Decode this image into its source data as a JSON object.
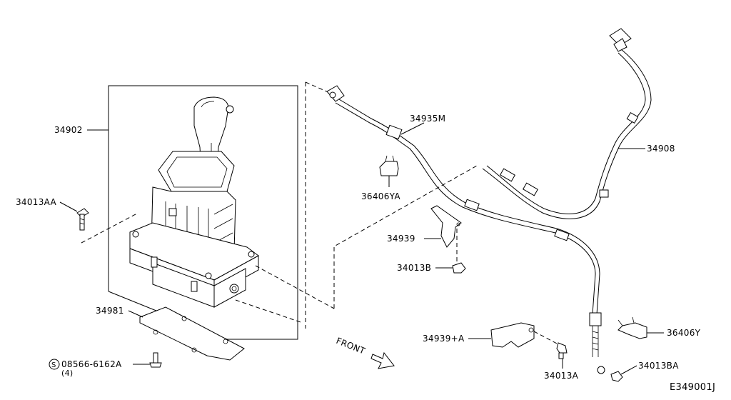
{
  "parts": {
    "p34902": "34902",
    "p34013AA": "34013AA",
    "p34981": "34981",
    "p08566": "08566-6162A",
    "p08566_s": "S",
    "p08566_qty": "(4)",
    "p34935M": "34935M",
    "p36406YA": "36406YA",
    "p34939": "34939",
    "p34013B": "34013B",
    "p34908": "34908",
    "p34939A": "34939+A",
    "p34013A": "34013A",
    "p36406Y": "36406Y",
    "p34013BA": "34013BA"
  },
  "front_label": "FRONT",
  "diagram_code": "E349001J"
}
